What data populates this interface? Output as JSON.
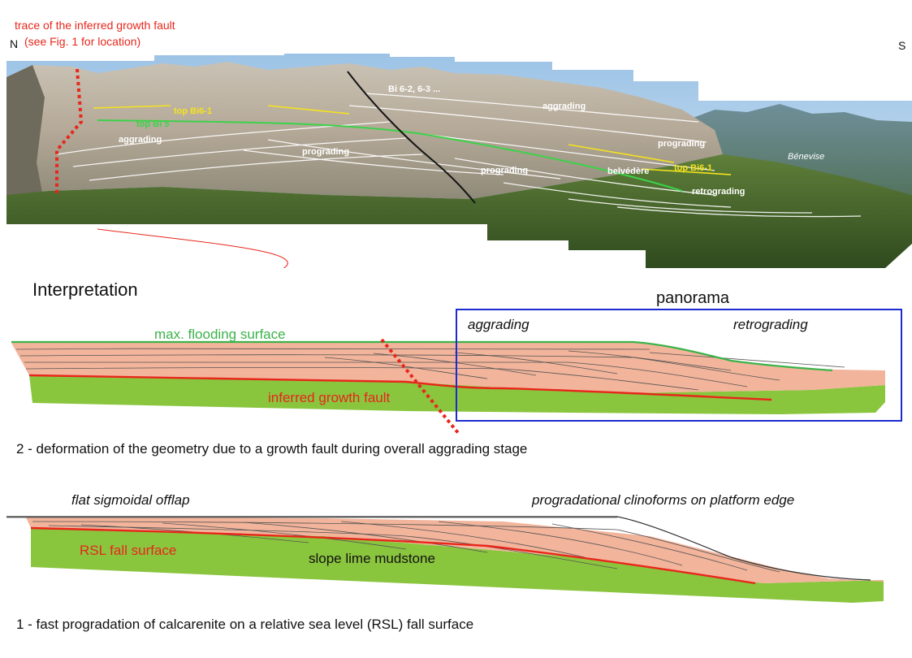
{
  "header": {
    "fault_trace_line1": "trace of the inferred growth fault",
    "fault_trace_line2": "(see Fig. 1 for location)",
    "north": "N",
    "south": "S"
  },
  "photo": {
    "labels": {
      "bi62": "Bi 6-2, 6-3 ...",
      "top_bi61_a": "top Bi6-1",
      "top_bi5": "top Bi 5",
      "aggrading_left": "aggrading",
      "prograding_mid": "prograding",
      "aggrading_right": "aggrading",
      "prograding_right": "prograding",
      "prograding_low": "prograding",
      "belvedere": "belvédère",
      "top_bi61_b": "top Bi6-1",
      "retrograding": "retrograding",
      "benevise": "Bénevise"
    }
  },
  "section2": {
    "interpretation": "Interpretation",
    "panorama": "panorama",
    "max_flooding": "max. flooding surface",
    "aggrading": "aggrading",
    "retrograding": "retrograding",
    "growth_fault": "inferred growth fault",
    "caption": "2 - deformation of the geometry due to a growth fault during overall aggrading stage"
  },
  "section1": {
    "flat_offlap": "flat sigmoidal offlap",
    "prograd_clino": "progradational clinoforms on platform edge",
    "rsl_fall": "RSL fall surface",
    "slope_mudstone": "slope lime mudstone",
    "caption": "1 - fast progradation of calcarenite on a relative sea level (RSL) fall surface"
  },
  "colors": {
    "sand": "#f2b49b",
    "mud": "#8ac53e",
    "red": "#e8261b",
    "green_line": "#3cb34a",
    "blue_box": "#1c2bd0",
    "yellow": "#f5e31c"
  }
}
